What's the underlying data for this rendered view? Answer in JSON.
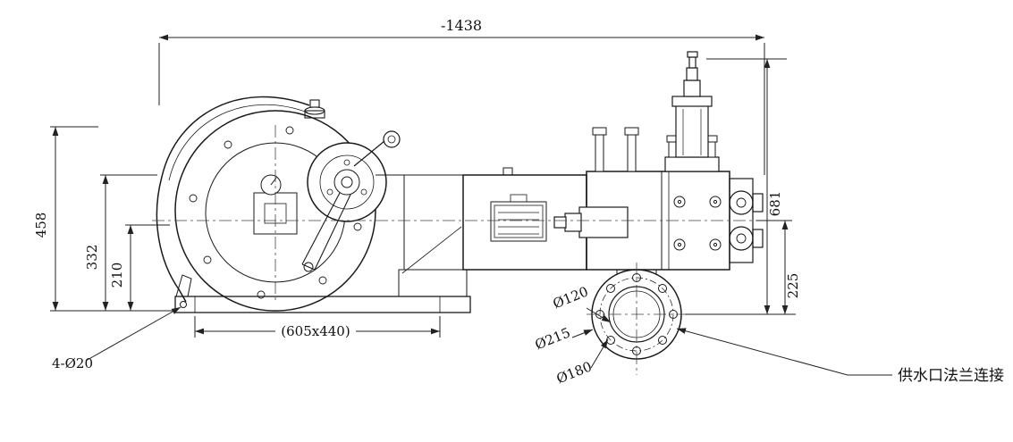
{
  "colors": {
    "background": "#ffffff",
    "line": "#1a1a1a",
    "dimension": "#222222"
  },
  "dims": {
    "overall_length": "-1438",
    "height_458": "458",
    "height_332": "332",
    "height_210": "210",
    "height_681": "681",
    "offset_225": "225",
    "base_footprint": "(605x440)",
    "mount_holes": "4-Ø20",
    "flange_bore": "Ø120",
    "flange_od": "Ø215",
    "flange_bolt_circle": "Ø180",
    "flange_note": "供水口法兰连接"
  }
}
